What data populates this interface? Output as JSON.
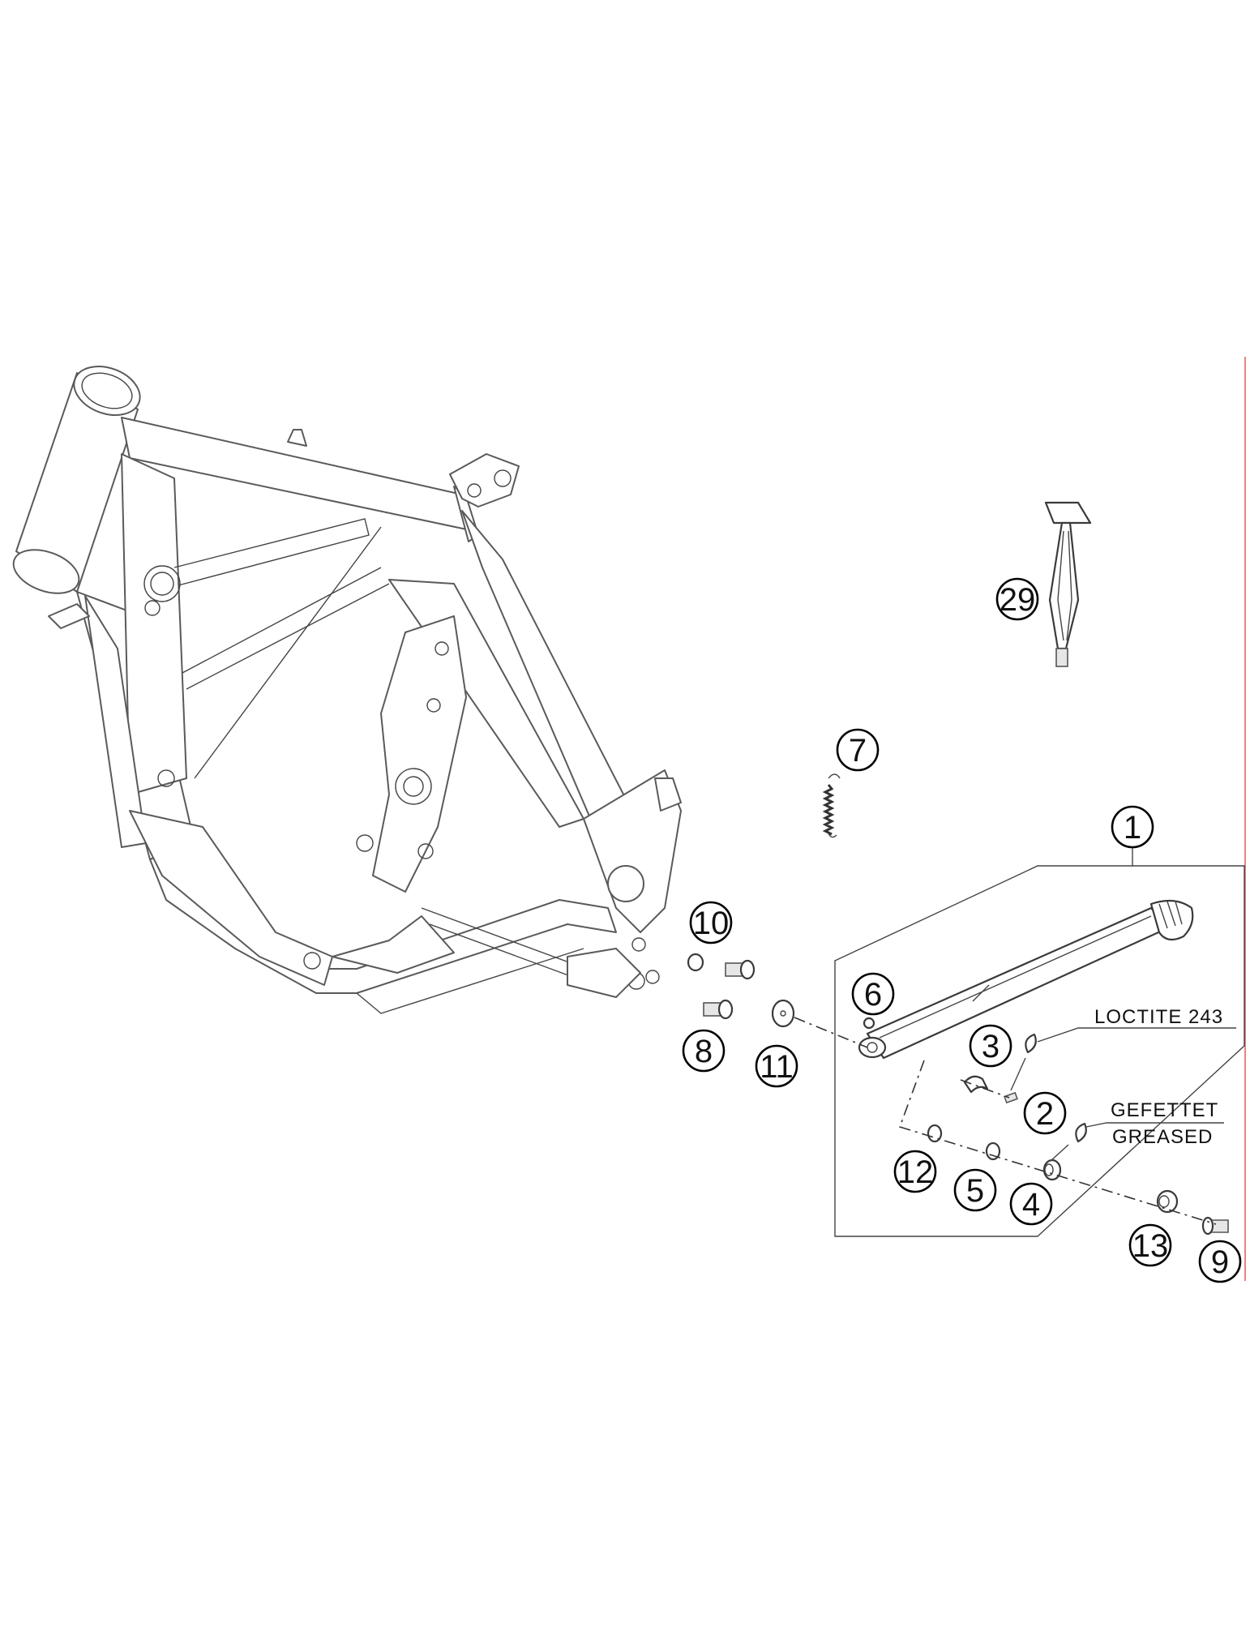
{
  "callouts": [
    {
      "label": "1"
    },
    {
      "label": "2"
    },
    {
      "label": "3"
    },
    {
      "label": "4"
    },
    {
      "label": "5"
    },
    {
      "label": "6"
    },
    {
      "label": "7"
    },
    {
      "label": "8"
    },
    {
      "label": "9"
    },
    {
      "label": "10"
    },
    {
      "label": "11"
    },
    {
      "label": "12"
    },
    {
      "label": "13"
    },
    {
      "label": "29"
    }
  ],
  "notes": {
    "loctite": "LOCTITE 243",
    "greased_de": "GEFETTET",
    "greased_en": "GREASED"
  },
  "colors": {
    "line": "#3a3a3a",
    "page_border": "#e05a5a"
  }
}
